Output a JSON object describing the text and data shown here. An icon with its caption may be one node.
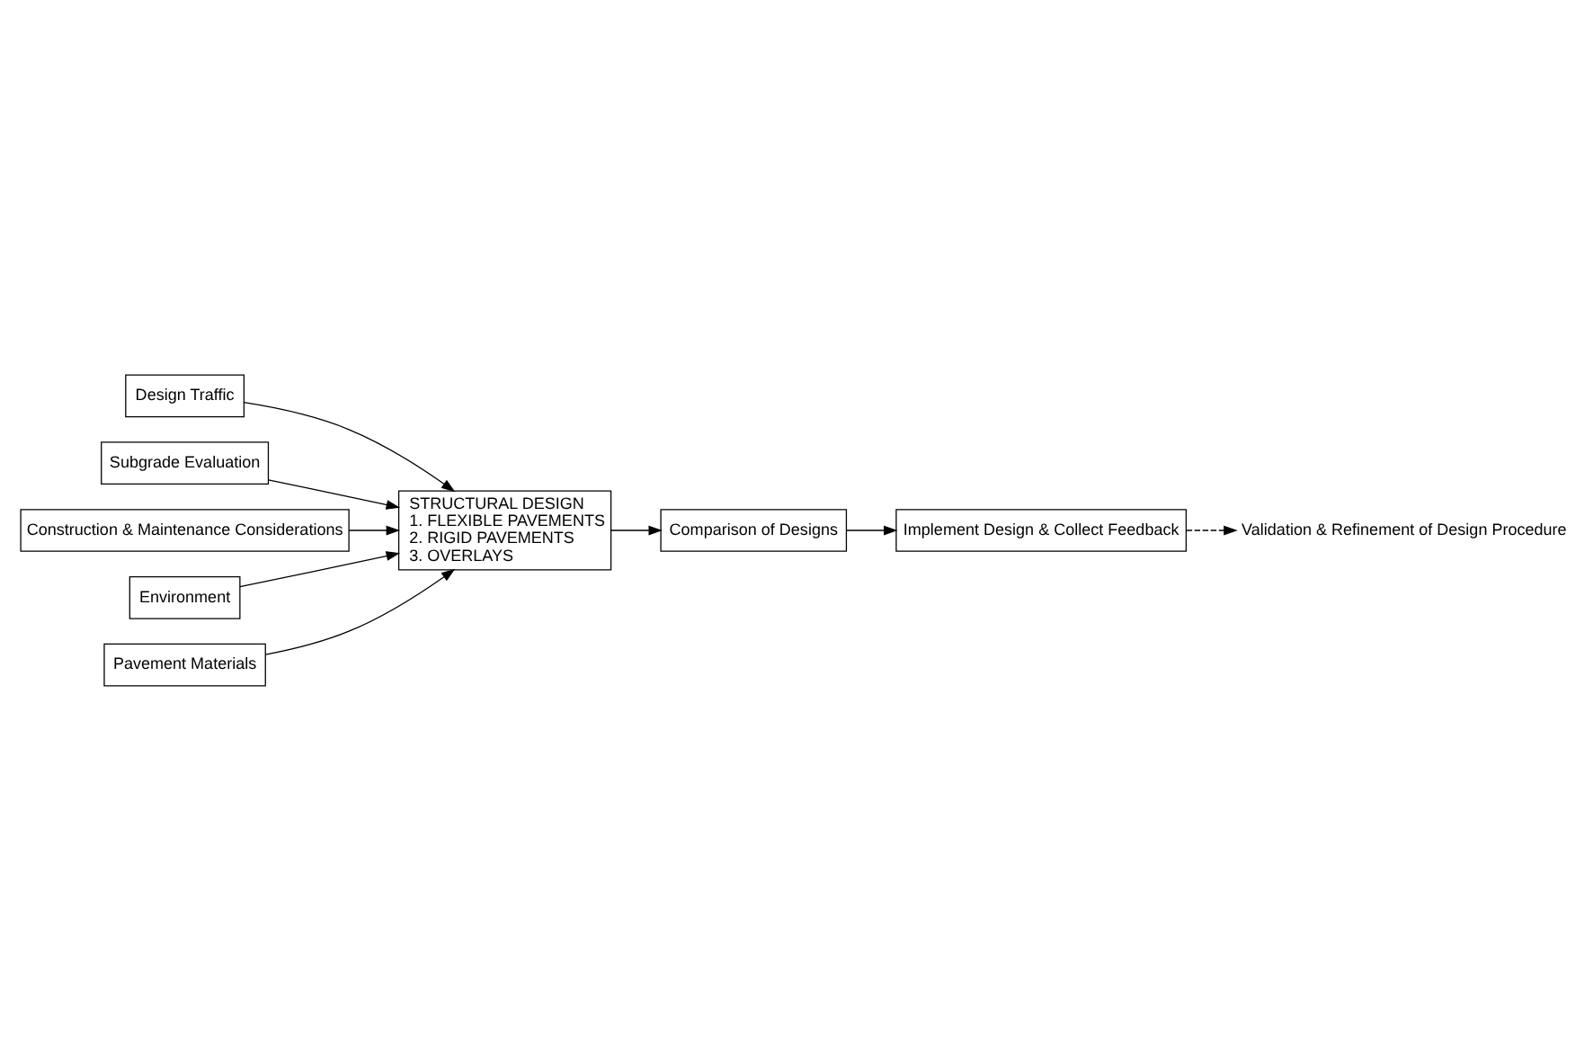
{
  "diagram": {
    "nodes": [
      {
        "text": [
          "Design Traffic"
        ]
      },
      {
        "text": [
          "Subgrade Evaluation"
        ]
      },
      {
        "text": [
          "Construction & Maintenance Considerations"
        ]
      },
      {
        "text": [
          "STRUCTURAL DESIGN",
          "1. FLEXIBLE PAVEMENTS",
          "2. RIGID PAVEMENTS",
          "3. OVERLAYS"
        ]
      },
      {
        "text": [
          "Environment"
        ]
      },
      {
        "text": [
          "Pavement Materials"
        ]
      },
      {
        "text": [
          "Comparison of Designs"
        ]
      },
      {
        "text": [
          "Implement Design & Collect Feedback"
        ]
      },
      {
        "text": [
          "Validation & Refinement of Design Procedure"
        ]
      }
    ],
    "edges": [
      {
        "from": 0,
        "to": 3,
        "arrow": "to"
      },
      {
        "from": 1,
        "to": 3,
        "arrow": "to"
      },
      {
        "from": 2,
        "to": 3,
        "arrow": "to"
      },
      {
        "from": 4,
        "to": 3,
        "arrow": "to"
      },
      {
        "from": 5,
        "to": 3,
        "arrow": "to"
      },
      {
        "from": 3,
        "to": 6,
        "arrow": "to"
      },
      {
        "from": 6,
        "to": 7,
        "arrow": "to"
      },
      {
        "from": 7,
        "to": 8,
        "arrow": "to",
        "style": "dashed"
      }
    ]
  }
}
